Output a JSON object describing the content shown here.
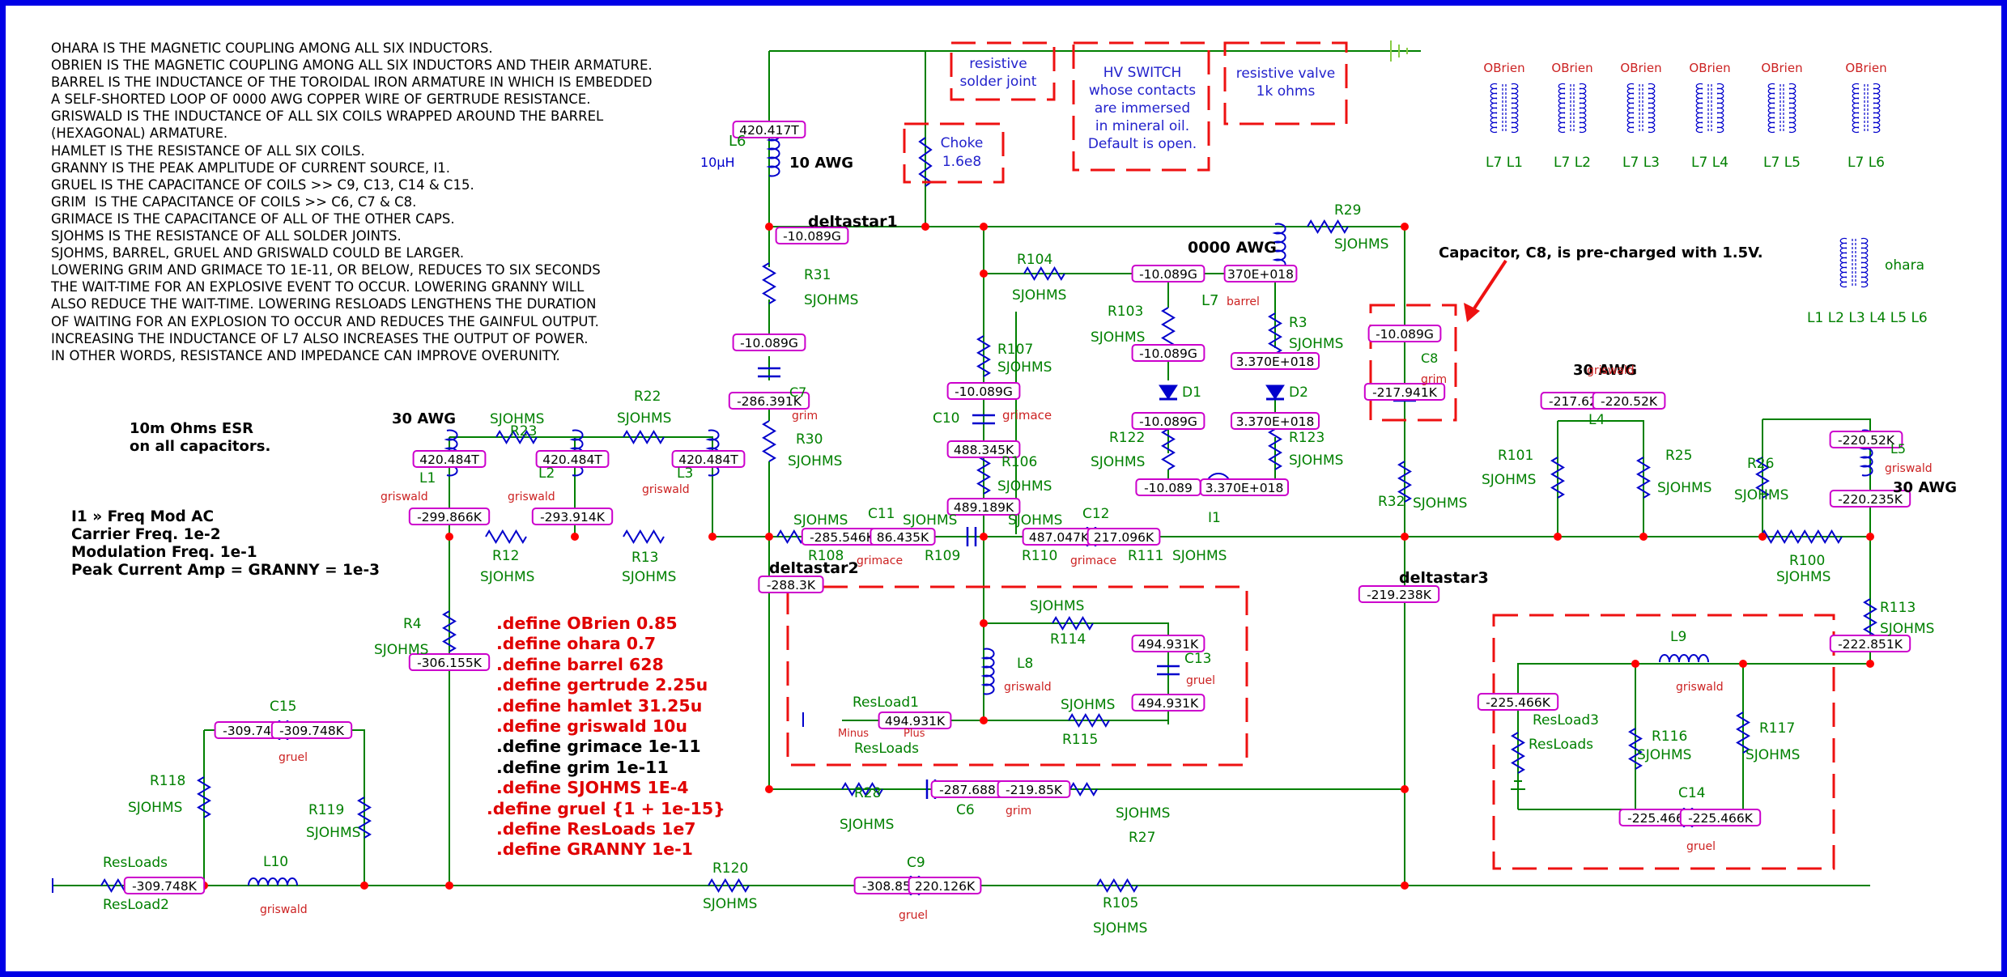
{
  "page": {
    "border_color": "#0000e6",
    "wire_color": "#008000",
    "probe_color": "#cc00cc",
    "node_color": "#ff0000"
  },
  "notes": [
    "OHARA IS THE MAGNETIC COUPLING AMONG ALL SIX INDUCTORS.",
    "OBRIEN IS THE MAGNETIC COUPLING AMONG ALL SIX INDUCTORS AND THEIR ARMATURE.",
    "BARREL IS THE INDUCTANCE OF THE TOROIDAL IRON ARMATURE IN WHICH IS EMBEDDED",
    "A SELF-SHORTED LOOP OF 0000 AWG COPPER WIRE OF GERTRUDE RESISTANCE.",
    "GRISWALD IS THE INDUCTANCE OF ALL SIX COILS WRAPPED AROUND THE BARREL",
    "(HEXAGONAL) ARMATURE.",
    "HAMLET IS THE RESISTANCE OF ALL SIX COILS.",
    "GRANNY IS THE PEAK AMPLITUDE OF CURRENT SOURCE, I1.",
    "GRUEL IS THE CAPACITANCE OF COILS >> C9, C13, C14 & C15.",
    "GRIM  IS THE CAPACITANCE OF COILS >> C6, C7 & C8.",
    "GRIMACE IS THE CAPACITANCE OF ALL OF THE OTHER CAPS.",
    "SJOHMS IS THE RESISTANCE OF ALL SOLDER JOINTS.",
    "SJOHMS, BARREL, GRUEL AND GRISWALD COULD BE LARGER.",
    "LOWERING GRIM AND GRIMACE TO 1E-11, OR BELOW, REDUCES TO SIX SECONDS",
    "THE WAIT-TIME FOR AN EXPLOSIVE EVENT TO OCCUR. LOWERING GRANNY WILL",
    "ALSO REDUCE THE WAIT-TIME. LOWERING RESLOADS LENGTHENS THE DURATION",
    "OF WAITING FOR AN EXPLOSION TO OCCUR AND REDUCES THE GAINFUL OUTPUT.",
    "INCREASING THE INDUCTANCE OF L7 ALSO INCREASES THE OUTPUT OF POWER.",
    "IN OTHER WORDS, RESISTANCE AND IMPEDANCE CAN IMPROVE OVERUNITY."
  ],
  "esr_note": [
    "10m Ohms ESR",
    "on all capacitors."
  ],
  "source_note": [
    "I1 » Freq Mod AC",
    "Carrier Freq. 1e-2",
    "Modulation Freq. 1e-1",
    "Peak Current Amp = GRANNY = 1e-3"
  ],
  "c8_note": "Capacitor, C8, is pre-charged with 1.5V.",
  "defines": [
    {
      "text": ".define OBrien 0.85",
      "color": "#e00000"
    },
    {
      "text": ".define ohara 0.7",
      "color": "#e00000"
    },
    {
      "text": ".define barrel 628",
      "color": "#e00000"
    },
    {
      "text": ".define gertrude 2.25u",
      "color": "#e00000"
    },
    {
      "text": ".define hamlet 31.25u",
      "color": "#e00000"
    },
    {
      "text": ".define griswald 10u",
      "color": "#e00000"
    },
    {
      "text": ".define grimace 1e-11",
      "color": "#000000"
    },
    {
      "text": ".define grim 1e-11",
      "color": "#000000"
    },
    {
      "text": ".define SJOHMS 1E-4",
      "color": "#e00000"
    },
    {
      "text": ".define gruel {1 + 1e-15}",
      "color": "#e00000"
    },
    {
      "text": ".define ResLoads 1e7",
      "color": "#e00000"
    },
    {
      "text": ".define GRANNY 1e-1",
      "color": "#e00000"
    }
  ],
  "boxes": [
    {
      "id": "solder",
      "text": [
        "resistive",
        "solder joint"
      ]
    },
    {
      "id": "hv",
      "text": [
        "HV SWITCH",
        "whose contacts",
        "are immersed",
        "in mineral oil.",
        "Default is open."
      ]
    },
    {
      "id": "valve",
      "text": [
        "resistive valve",
        "1k ohms"
      ]
    },
    {
      "id": "choke",
      "text": [
        "Choke",
        "1.6e8"
      ]
    }
  ],
  "obrien": [
    {
      "name": "OBrien",
      "label": "L7 L1"
    },
    {
      "name": "OBrien",
      "label": "L7 L2"
    },
    {
      "name": "OBrien",
      "label": "L7 L3"
    },
    {
      "name": "OBrien",
      "label": "L7 L4"
    },
    {
      "name": "OBrien",
      "label": "L7 L5"
    },
    {
      "name": "OBrien",
      "label": "L7 L6"
    }
  ],
  "ohara": {
    "name": "ohara",
    "label": "L1 L2 L3 L4 L5 L6"
  },
  "probes": [
    "420.417T",
    "-10.089G",
    "-10.089G",
    "-286.391K",
    "-10.089G",
    "-10.089G",
    "370E+018",
    "-10.089G",
    "3.370E+018",
    "-10.089G",
    "3.370E+018",
    "-10.089",
    "3.370E+018",
    "-10.089G",
    "-217.941K",
    "420.484T",
    "420.484T",
    "420.484T",
    "-299.866K",
    "-293.914K",
    "488.345K",
    "489.189K",
    "-285.546K",
    "86.435K",
    "487.047K",
    "217.096K",
    "-217.62K",
    "-220.52K",
    "-220.52K",
    "-220.235K",
    "-288.3K",
    "-219.238K",
    "-306.155K",
    "494.931K",
    "494.931K",
    "494.931K",
    "-222.851K",
    "-225.466K",
    "-225.466",
    "-225.466K",
    "-309.748",
    "-309.748K",
    "-287.688",
    "-219.85K",
    "-309.748K",
    "-308.85K",
    "220.126K"
  ],
  "labels": [
    "L6",
    "10µH",
    "10 AWG",
    "deltastar1",
    "R29",
    "SJOHMS",
    "R104",
    "SJOHMS",
    "0000 AWG",
    "L7",
    "barrel",
    "R31",
    "SJOHMS",
    "R103",
    "SJOHMS",
    "R3",
    "SJOHMS",
    "C7",
    "grim",
    "R107",
    "SJOHMS",
    "D1",
    "D2",
    "C8",
    "grim",
    "C10",
    "grimace",
    "R30",
    "SJOHMS",
    "R122",
    "SJOHMS",
    "R123",
    "SJOHMS",
    "R106",
    "SJOHMS",
    "I1",
    "R23",
    "SJOHMS",
    "R22",
    "SJOHMS",
    "30 AWG",
    "L1",
    "griswald",
    "L2",
    "griswald",
    "L3",
    "griswald",
    "30 AWG",
    "griswald",
    "L4",
    "R101",
    "SJOHMS",
    "R25",
    "SJOHMS",
    "R26",
    "SJOHMS",
    "L5",
    "griswald",
    "30 AWG",
    "R32",
    "SJOHMS",
    "R12",
    "SJOHMS",
    "R13",
    "SJOHMS",
    "SJOHMS",
    "C11",
    "SJOHMS",
    "SJOHMS",
    "C12",
    "R108",
    "grimace",
    "R109",
    "R110",
    "grimace",
    "R111",
    "SJOHMS",
    "R100",
    "SJOHMS",
    "deltastar2",
    "deltastar3",
    "R113",
    "SJOHMS",
    "R4",
    "SJOHMS",
    "SJOHMS",
    "R114",
    "C13",
    "gruel",
    "L8",
    "griswald",
    "ResLoad1",
    "Minus",
    "Plus",
    "ResLoads",
    "SJOHMS",
    "R115",
    "L9",
    "griswald",
    "ResLoad3",
    "ResLoads",
    "R116",
    "SJOHMS",
    "R117",
    "SJOHMS",
    "C14",
    "gruel",
    "C15",
    "gruel",
    "R118",
    "SJOHMS",
    "R119",
    "SJOHMS",
    "R28",
    "SJOHMS",
    "C6",
    "grim",
    "SJOHMS",
    "R27",
    "ResLoads",
    "ResLoad2",
    "L10",
    "griswald",
    "R120",
    "SJOHMS",
    "C9",
    "gruel",
    "R105",
    "SJOHMS"
  ]
}
